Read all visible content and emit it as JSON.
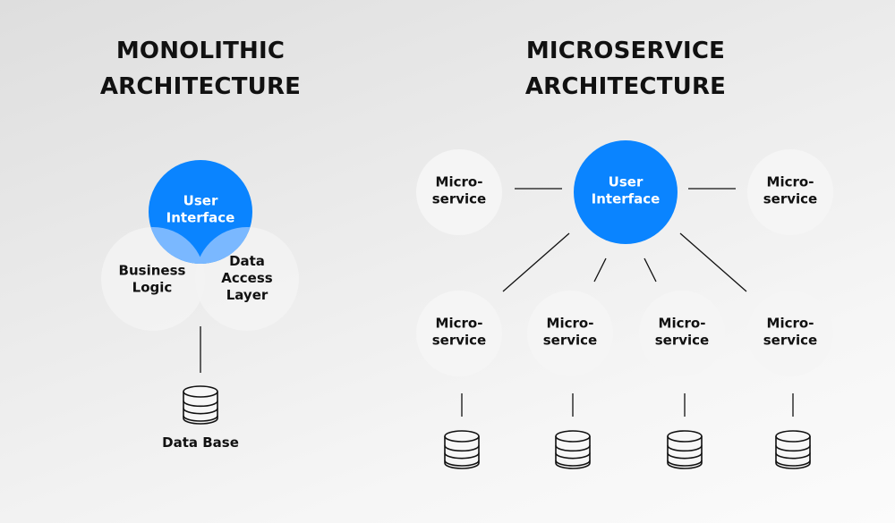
{
  "colors": {
    "accent": "#0a84ff",
    "node_fill": "#f5f5f5",
    "line": "#111111"
  },
  "monolithic": {
    "title_line1": "MONOLITHIC",
    "title_line2": "ARCHITECTURE",
    "layers": [
      {
        "id": "user-interface",
        "lines": [
          "User",
          "Interface"
        ],
        "highlight": true
      },
      {
        "id": "business-logic",
        "lines": [
          "Business",
          "Logic"
        ],
        "highlight": false
      },
      {
        "id": "data-access-layer",
        "lines": [
          "Data",
          "Access",
          "Layer"
        ],
        "highlight": false
      }
    ],
    "database": {
      "label": "Data Base",
      "icon": "database-icon"
    }
  },
  "microservice": {
    "title_line1": "MICROSERVICE",
    "title_line2": "ARCHITECTURE",
    "hub": {
      "lines": [
        "User",
        "Interface"
      ]
    },
    "services": [
      {
        "lines": [
          "Micro-",
          "service"
        ],
        "row": "top",
        "database": false
      },
      {
        "lines": [
          "Micro-",
          "service"
        ],
        "row": "top",
        "database": false
      },
      {
        "lines": [
          "Micro-",
          "service"
        ],
        "row": "bottom",
        "database": true
      },
      {
        "lines": [
          "Micro-",
          "service"
        ],
        "row": "bottom",
        "database": true
      },
      {
        "lines": [
          "Micro-",
          "service"
        ],
        "row": "bottom",
        "database": true
      },
      {
        "lines": [
          "Micro-",
          "service"
        ],
        "row": "bottom",
        "database": true
      }
    ]
  }
}
